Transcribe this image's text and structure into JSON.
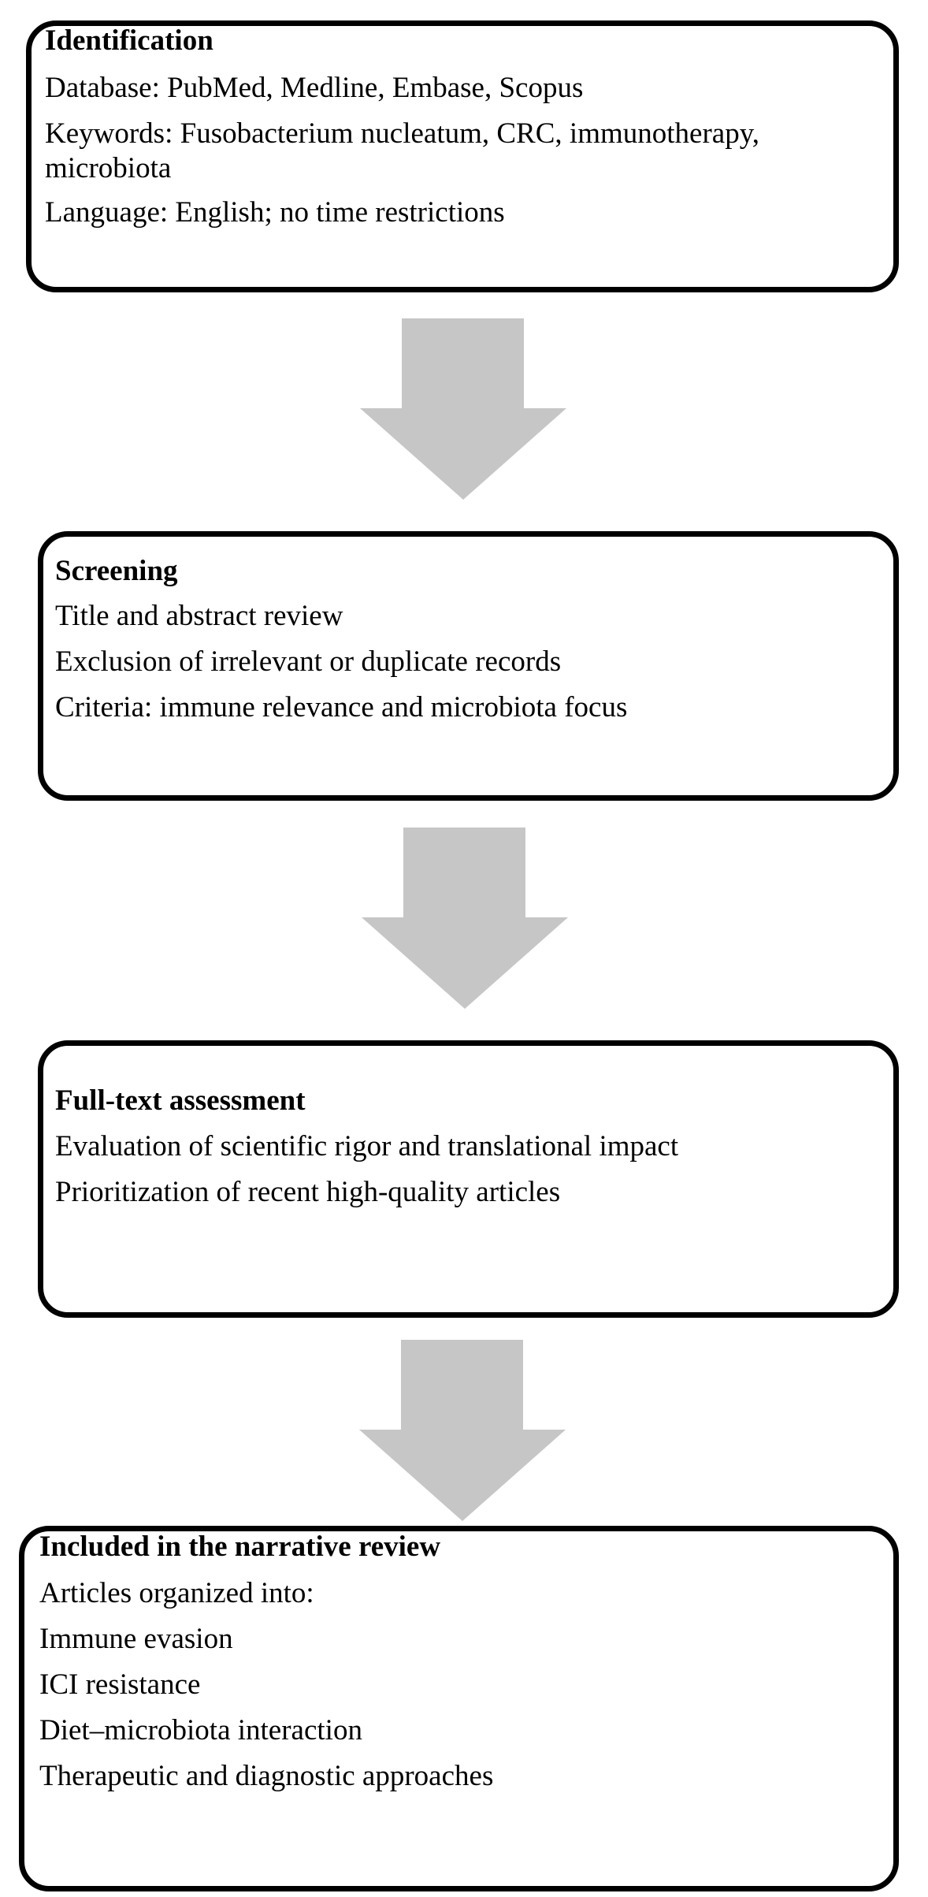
{
  "colors": {
    "border": "#000000",
    "arrow": "#c6c6c6",
    "background": "#ffffff",
    "text": "#000000"
  },
  "flow": {
    "arrow_icon": "down-arrow-icon",
    "stages": [
      {
        "title": "Identification",
        "lines": [
          "Database: PubMed, Medline, Embase, Scopus",
          "Keywords: Fusobacterium nucleatum, CRC, immunotherapy,",
          "microbiota",
          "Language: English; no time restrictions"
        ]
      },
      {
        "title": "Screening",
        "lines": [
          "Title and abstract review",
          "Exclusion of irrelevant or duplicate records",
          "Criteria: immune relevance and microbiota focus"
        ]
      },
      {
        "title": "Full-text assessment",
        "lines": [
          "Evaluation of scientific rigor and translational impact",
          "Prioritization of recent high-quality articles"
        ]
      },
      {
        "title": "Included in the narrative review",
        "lines": [
          "Articles organized into:",
          "Immune evasion",
          "ICI resistance",
          "Diet–microbiota interaction",
          "Therapeutic and diagnostic approaches"
        ]
      }
    ]
  }
}
